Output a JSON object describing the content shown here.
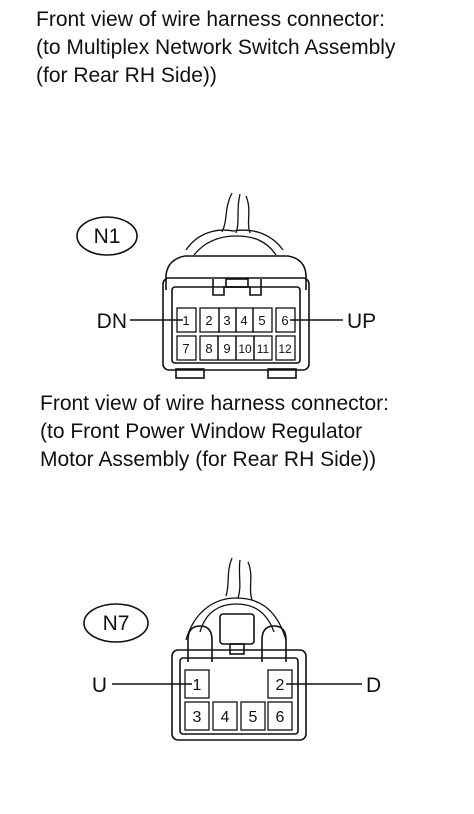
{
  "connector1": {
    "caption": [
      "Front view of wire harness connector:",
      "(to Multiplex Network Switch Assembly",
      "(for Rear RH Side))"
    ],
    "code": "N1",
    "top_row": [
      "1",
      "2",
      "3",
      "4",
      "5",
      "6"
    ],
    "bottom_row": [
      "7",
      "8",
      "9",
      "10",
      "11",
      "12"
    ],
    "left_label": "DN",
    "right_label": "UP"
  },
  "connector2": {
    "caption": [
      "Front view of wire harness connector:",
      "(to Front Power Window Regulator",
      "Motor Assembly (for Rear RH Side))"
    ],
    "code": "N7",
    "top_row": [
      "1",
      "2"
    ],
    "bottom_row": [
      "3",
      "4",
      "5",
      "6"
    ],
    "left_label": "U",
    "right_label": "D"
  }
}
